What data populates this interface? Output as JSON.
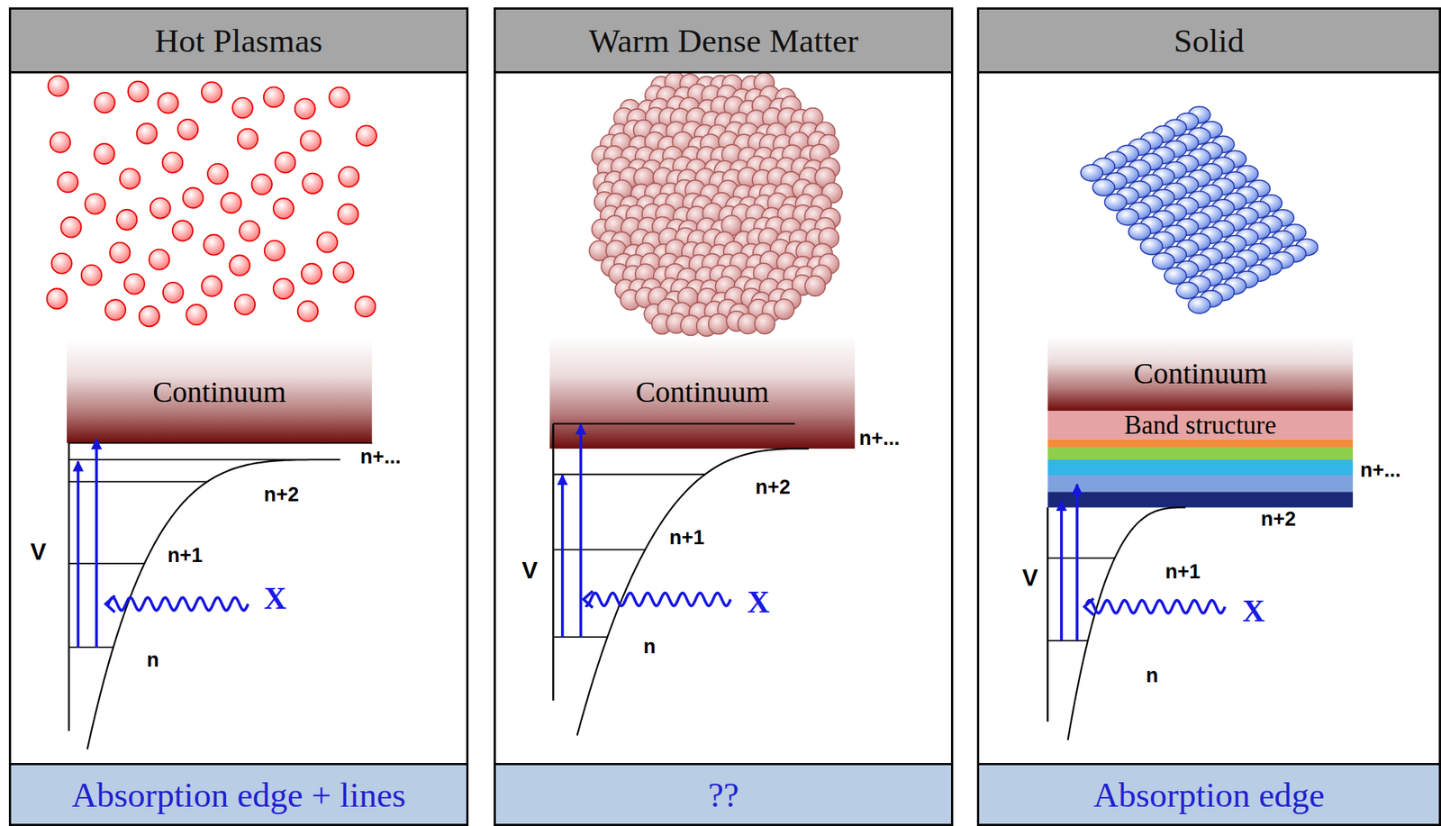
{
  "diagram": {
    "nodes": [
      {
        "text": [
          "Hot Plasmas"
        ]
      },
      {
        "text": [
          "Continuum"
        ],
        "in": 0
      },
      {
        "text": [
          "Absorption edge + lines"
        ],
        "in": 0
      },
      {
        "text": [
          "Warm Dense Matter"
        ]
      },
      {
        "text": [
          "Continuum"
        ],
        "in": 3
      },
      {
        "text": [
          "??"
        ],
        "in": 3
      },
      {
        "text": [
          "Solid"
        ]
      },
      {
        "text": [
          "Continuum"
        ],
        "in": 6
      },
      {
        "text": [
          "Band structure"
        ],
        "in": 6
      },
      {
        "text": [
          "Absorption edge"
        ],
        "in": 6
      }
    ],
    "labels": [
      "n+...",
      "n+2",
      "V",
      "n+1",
      "X",
      "n",
      "n+...",
      "n+2",
      "n+1",
      "V",
      "X",
      "n",
      "n+...",
      "n+2",
      "n+1",
      "V",
      "X",
      "n"
    ]
  }
}
